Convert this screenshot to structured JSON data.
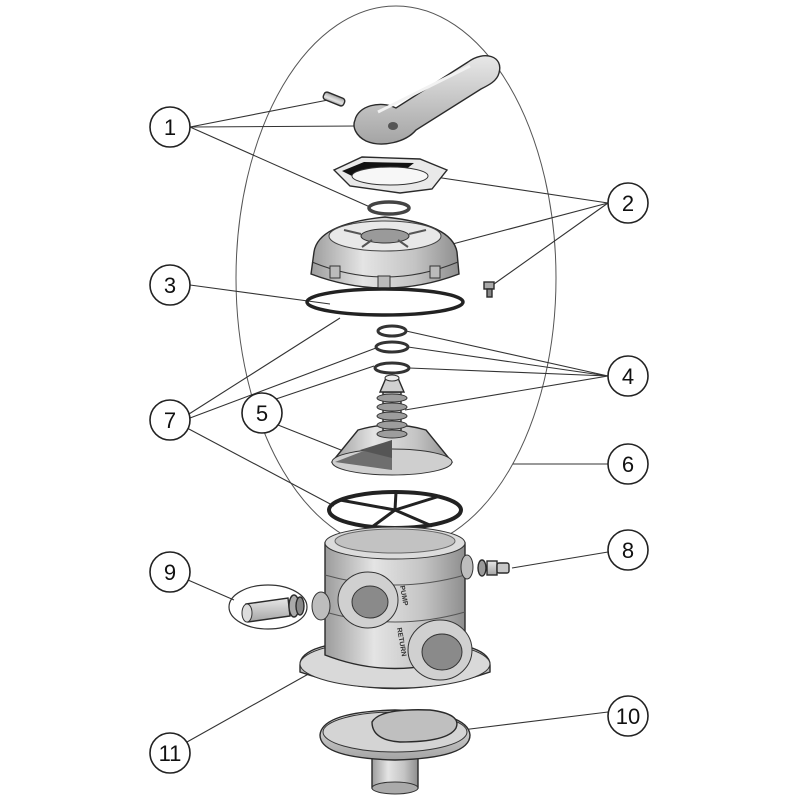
{
  "callouts": [
    "1",
    "2",
    "3",
    "4",
    "5",
    "6",
    "7",
    "8",
    "9",
    "10",
    "11"
  ],
  "body_labels": {
    "pump": "PUMP",
    "return": "RETURN"
  }
}
